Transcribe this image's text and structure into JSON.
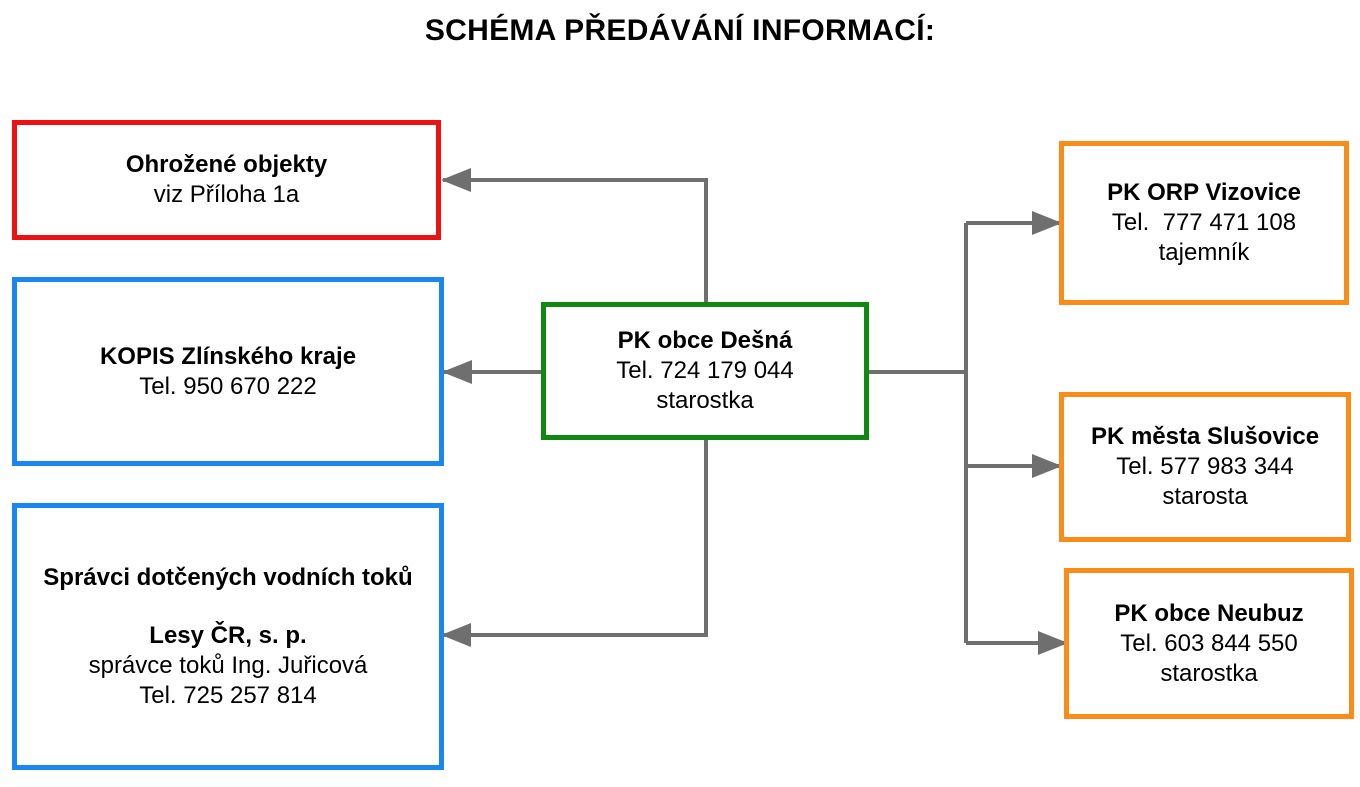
{
  "title": "SCHÉMA PŘEDÁVÁNÍ INFORMACÍ:",
  "center": {
    "name": "PK obce Dešná",
    "tel": "Tel. 724 179 044",
    "role": "starostka"
  },
  "left": [
    {
      "name": "Ohrožené objekty",
      "line": "viz Příloha 1a"
    },
    {
      "name": "KOPIS Zlínského kraje",
      "tel": "Tel. 950 670 222"
    },
    {
      "name": "Správci dotčených vodních toků",
      "org": "Lesy ČR, s. p.",
      "role": "správce toků Ing. Juřicová",
      "tel": "Tel. 725 257 814"
    }
  ],
  "right": [
    {
      "name": "PK ORP Vizovice",
      "tel": "Tel.  777 471 108",
      "role": "tajemník"
    },
    {
      "name": "PK města Slušovice",
      "tel": "Tel. 577 983 344",
      "role": "starosta"
    },
    {
      "name": "PK obce Neubuz",
      "tel": "Tel. 603 844 550",
      "role": "starostka"
    }
  ],
  "colors": {
    "center_border": "#118811",
    "threatened_border": "#ee1111",
    "agency_border": "#1a86f0",
    "municipality_border": "#fb8c1a",
    "arrow": "#6f6f6f"
  }
}
